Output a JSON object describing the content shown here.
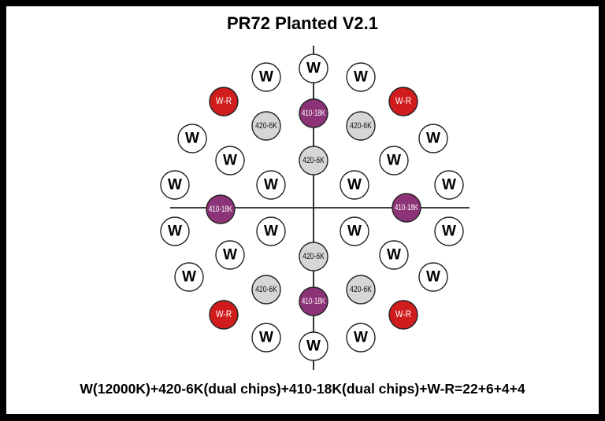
{
  "title": "PR72 Planted V2.1",
  "formula": "W(12000K)+420-6K(dual chips)+410-18K(dual chips)+W-R=22+6+4+4",
  "colors": {
    "border": "#000000",
    "w_fill": "#ffffff",
    "w_text": "#000000",
    "wr_fill": "#d01c1c",
    "wr_text": "#ffffff",
    "k6_fill": "#d6d6d6",
    "k6_text": "#111111",
    "k18_fill": "#8c3377",
    "k18_text": "#ffffff",
    "stroke": "#222222",
    "axis": "#000000"
  },
  "legend_labels": {
    "W": "W",
    "WR": "W-R",
    "K6": "420-6K",
    "K18": "410-18K"
  },
  "led_list": [
    {
      "type": "W",
      "label": "W"
    },
    {
      "type": "W",
      "label": "W"
    },
    {
      "type": "W",
      "label": "W"
    },
    {
      "type": "WR",
      "label": "W-R"
    },
    {
      "type": "K18",
      "label": "410-18K"
    },
    {
      "type": "WR",
      "label": "W-R"
    },
    {
      "type": "K6",
      "label": "420-6K"
    },
    {
      "type": "K6",
      "label": "420-6K"
    },
    {
      "type": "W",
      "label": "W"
    },
    {
      "type": "W",
      "label": "W"
    },
    {
      "type": "W",
      "label": "W"
    },
    {
      "type": "K6",
      "label": "420-6K"
    },
    {
      "type": "W",
      "label": "W"
    },
    {
      "type": "W",
      "label": "W"
    },
    {
      "type": "W",
      "label": "W"
    },
    {
      "type": "W",
      "label": "W"
    },
    {
      "type": "W",
      "label": "W"
    },
    {
      "type": "K18",
      "label": "410-18K"
    },
    {
      "type": "K18",
      "label": "410-18K"
    },
    {
      "type": "W",
      "label": "W"
    },
    {
      "type": "W",
      "label": "W"
    },
    {
      "type": "W",
      "label": "W"
    },
    {
      "type": "W",
      "label": "W"
    },
    {
      "type": "W",
      "label": "W"
    },
    {
      "type": "W",
      "label": "W"
    },
    {
      "type": "K6",
      "label": "420-6K"
    },
    {
      "type": "W",
      "label": "W"
    },
    {
      "type": "W",
      "label": "W"
    },
    {
      "type": "K6",
      "label": "420-6K"
    },
    {
      "type": "K6",
      "label": "420-6K"
    },
    {
      "type": "WR",
      "label": "W-R"
    },
    {
      "type": "K18",
      "label": "410-18K"
    },
    {
      "type": "WR",
      "label": "W-R"
    },
    {
      "type": "W",
      "label": "W"
    },
    {
      "type": "W",
      "label": "W"
    },
    {
      "type": "W",
      "label": "W"
    }
  ]
}
